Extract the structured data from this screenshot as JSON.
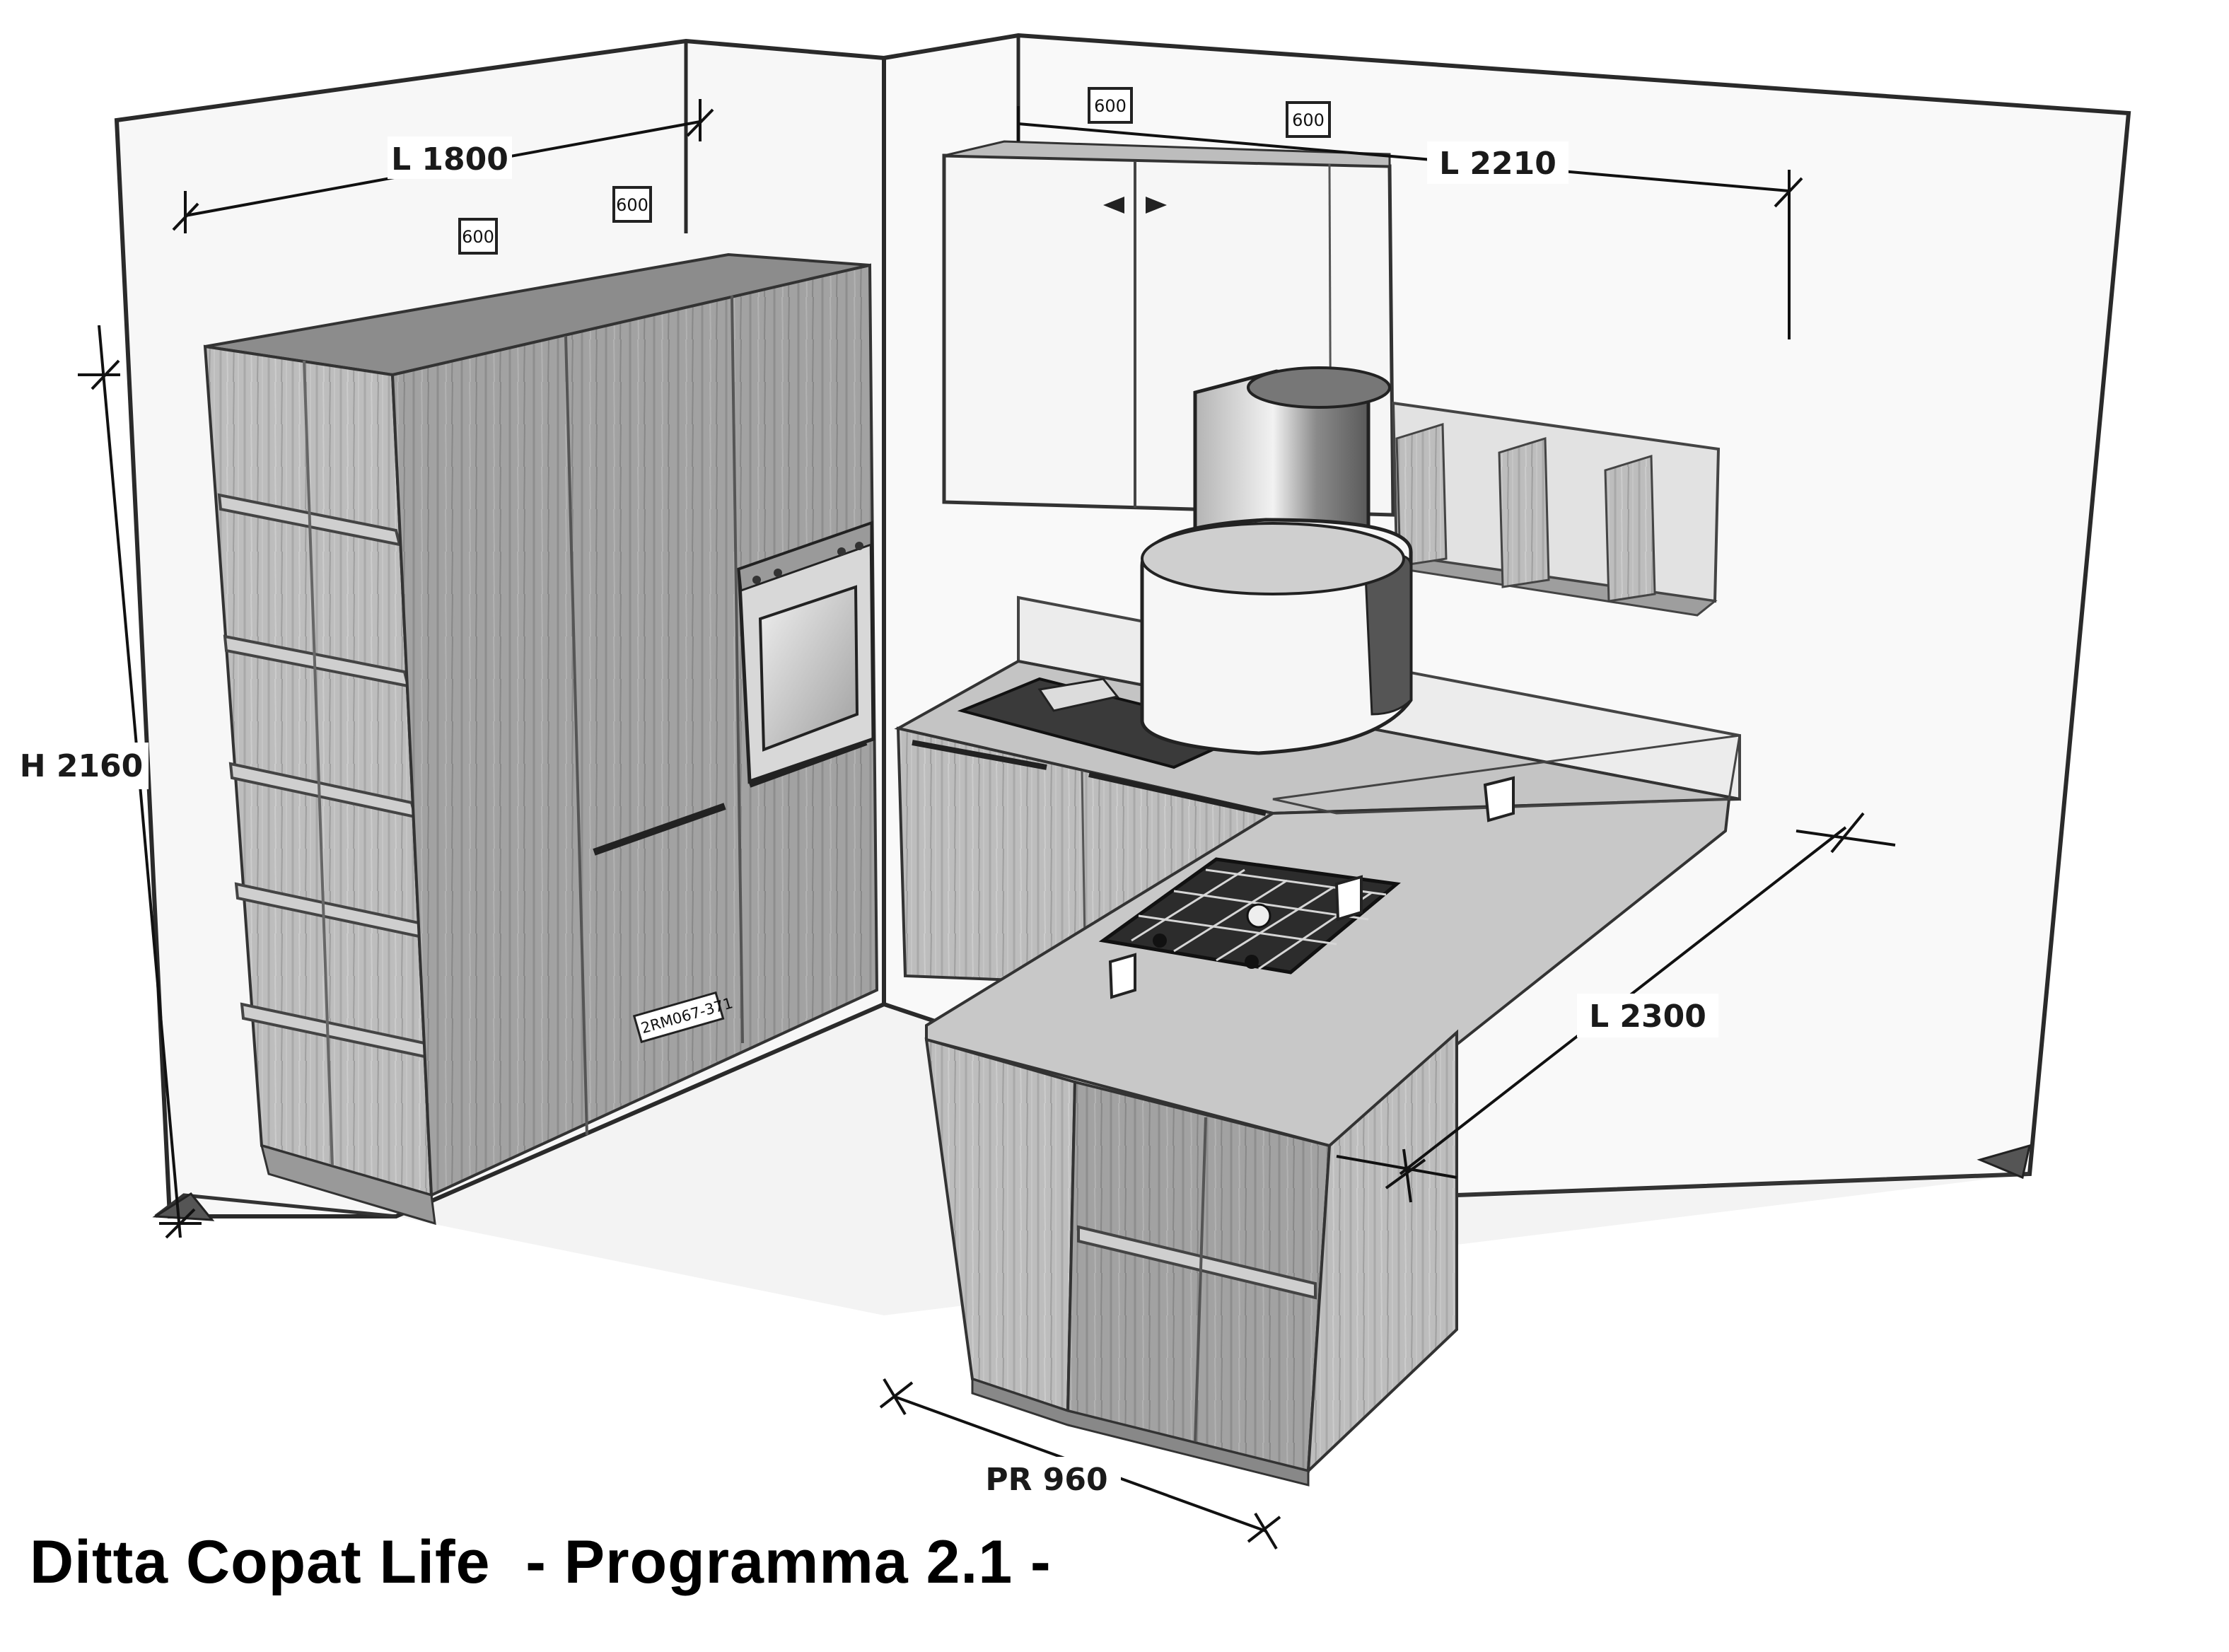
{
  "caption": "Ditta Copat Life  - Programma 2.1 -",
  "dimensions": {
    "left_wall_length": "L 1800",
    "back_wall_length": "L 2210",
    "height": "H 2160",
    "peninsula_length": "L 2300",
    "peninsula_depth": "PR 960"
  },
  "tags": {
    "outlet_1": "600",
    "outlet_2": "600",
    "outlet_3": "600",
    "outlet_4": "600",
    "fridge_code": "2RM067-371"
  }
}
